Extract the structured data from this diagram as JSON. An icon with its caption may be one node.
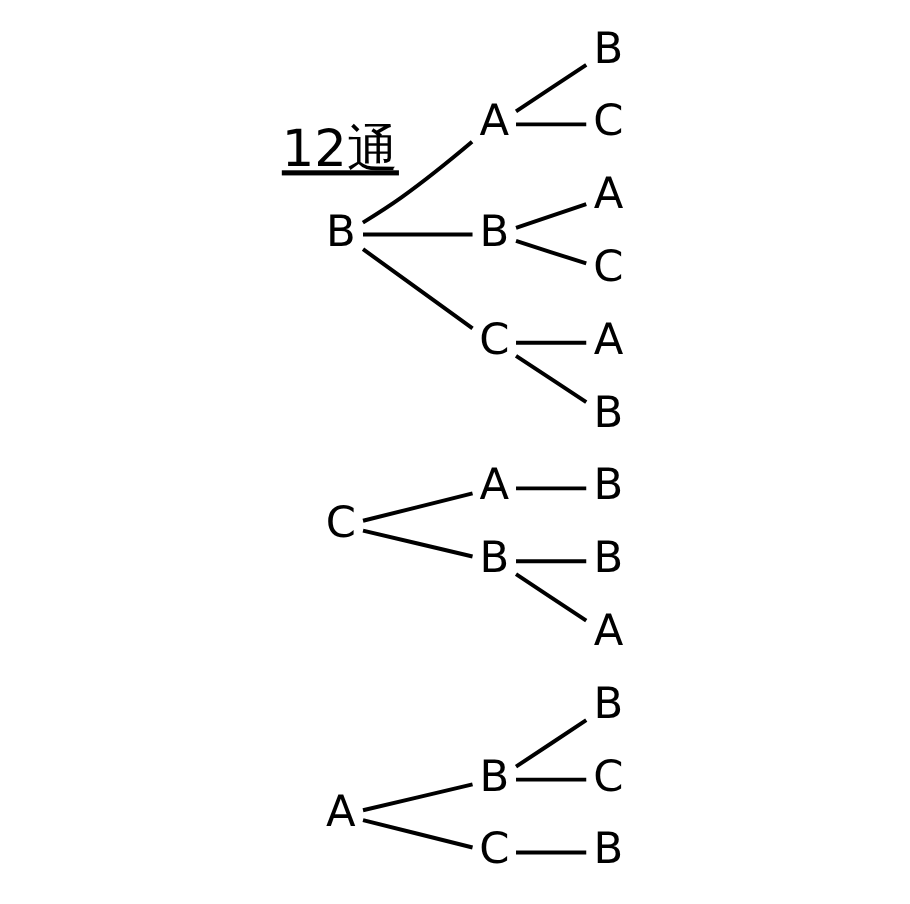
{
  "diagram": {
    "nodes": [
      {
        "text": [
          "A"
        ]
      },
      {
        "text": [
          "B"
        ]
      },
      {
        "text": [
          "B"
        ]
      },
      {
        "text": [
          "C"
        ]
      },
      {
        "text": [
          "C"
        ]
      },
      {
        "text": [
          "B"
        ]
      },
      {
        "text": [
          "C"
        ]
      },
      {
        "text": [
          "A"
        ]
      },
      {
        "text": [
          "B"
        ]
      },
      {
        "text": [
          "B"
        ]
      },
      {
        "text": [
          "B"
        ]
      },
      {
        "text": [
          "A"
        ]
      },
      {
        "text": [
          "B"
        ]
      },
      {
        "text": [
          "A"
        ]
      },
      {
        "text": [
          "B"
        ]
      },
      {
        "text": [
          "C"
        ]
      },
      {
        "text": [
          "B"
        ]
      },
      {
        "text": [
          "A"
        ]
      },
      {
        "text": [
          "C"
        ]
      },
      {
        "text": [
          "C"
        ]
      },
      {
        "text": [
          "A"
        ]
      },
      {
        "text": [
          "B"
        ]
      }
    ],
    "edges": [
      {
        "from": 0,
        "to": 1,
        "arrow": "none"
      },
      {
        "from": 1,
        "to": 2,
        "arrow": "none"
      },
      {
        "from": 1,
        "to": 3,
        "arrow": "none"
      },
      {
        "from": 0,
        "to": 4,
        "arrow": "none"
      },
      {
        "from": 4,
        "to": 5,
        "arrow": "none"
      },
      {
        "from": 6,
        "to": 7,
        "arrow": "none"
      },
      {
        "from": 7,
        "to": 8,
        "arrow": "none"
      },
      {
        "from": 6,
        "to": 9,
        "arrow": "none"
      },
      {
        "from": 9,
        "to": 10,
        "arrow": "none"
      },
      {
        "from": 9,
        "to": 11,
        "arrow": "none"
      },
      {
        "from": 12,
        "to": 13,
        "arrow": "none"
      },
      {
        "from": 13,
        "to": 14,
        "arrow": "none"
      },
      {
        "from": 13,
        "to": 15,
        "arrow": "none"
      },
      {
        "from": 12,
        "to": 16,
        "arrow": "none"
      },
      {
        "from": 16,
        "to": 17,
        "arrow": "none"
      },
      {
        "from": 16,
        "to": 18,
        "arrow": "none"
      },
      {
        "from": 12,
        "to": 19,
        "arrow": "none"
      },
      {
        "from": 19,
        "to": 20,
        "arrow": "none"
      },
      {
        "from": 19,
        "to": 21,
        "arrow": "none"
      }
    ],
    "labels": [
      "12通"
    ]
  }
}
